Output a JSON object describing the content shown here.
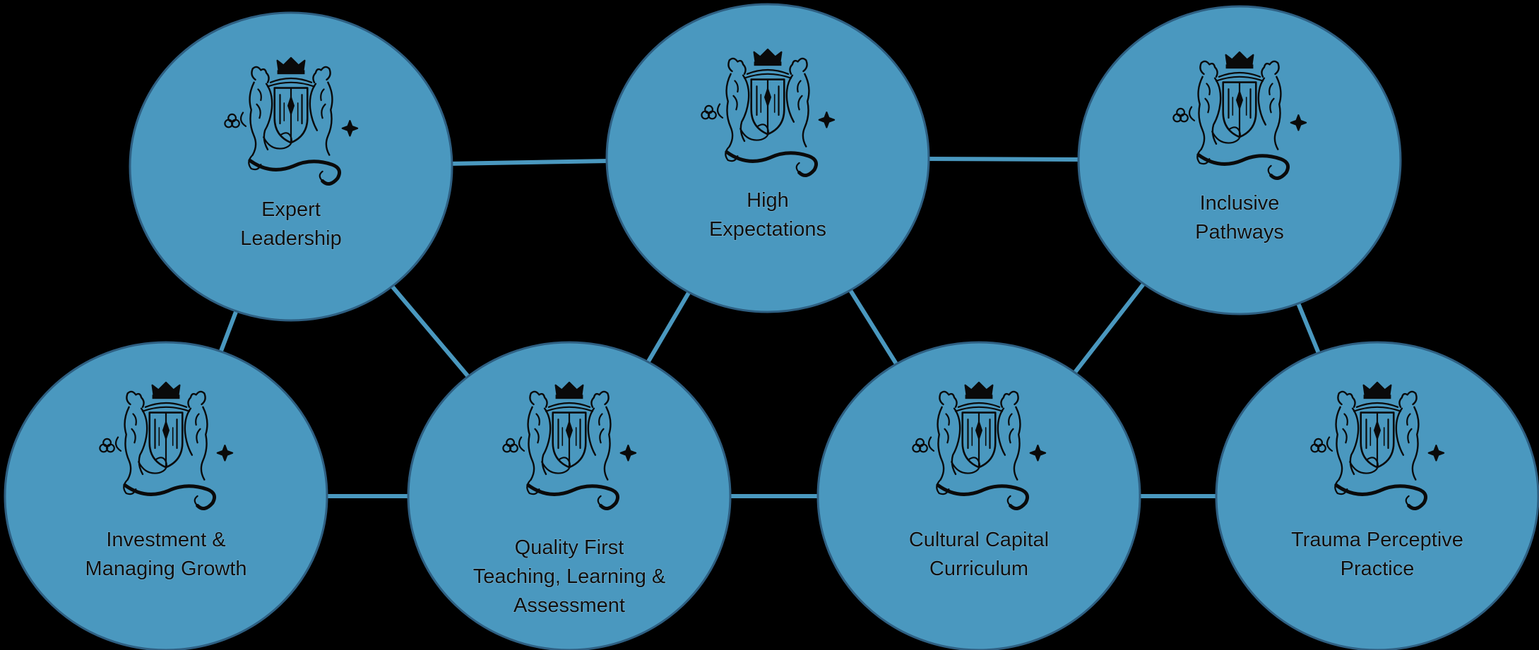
{
  "colors": {
    "background": "#000000",
    "node_fill": "#4a98bf",
    "node_stroke": "#2e5f82",
    "edge": "#4a98bf",
    "text": "#0f0f0f",
    "crest": "#0a0a0a"
  },
  "nodes": [
    {
      "id": "expert-leadership",
      "lines": [
        "Expert",
        "Leadership"
      ],
      "icon": "school-crest-icon"
    },
    {
      "id": "high-expectations",
      "lines": [
        "High",
        "Expectations"
      ],
      "icon": "school-crest-icon"
    },
    {
      "id": "inclusive-pathways",
      "lines": [
        "Inclusive",
        "Pathways"
      ],
      "icon": "school-crest-icon"
    },
    {
      "id": "investment-managing-growth",
      "lines": [
        "Investment &",
        "Managing Growth"
      ],
      "icon": "school-crest-icon"
    },
    {
      "id": "quality-first-teaching",
      "lines": [
        "Quality First",
        "Teaching, Learning &",
        "Assessment"
      ],
      "icon": "school-crest-icon"
    },
    {
      "id": "cultural-capital-curriculum",
      "lines": [
        "Cultural Capital",
        "Curriculum"
      ],
      "icon": "school-crest-icon"
    },
    {
      "id": "trauma-perceptive-practice",
      "lines": [
        "Trauma Perceptive",
        "Practice"
      ],
      "icon": "school-crest-icon"
    }
  ],
  "edges": [
    [
      "expert-leadership",
      "high-expectations"
    ],
    [
      "high-expectations",
      "inclusive-pathways"
    ],
    [
      "expert-leadership",
      "investment-managing-growth"
    ],
    [
      "expert-leadership",
      "quality-first-teaching"
    ],
    [
      "high-expectations",
      "quality-first-teaching"
    ],
    [
      "high-expectations",
      "cultural-capital-curriculum"
    ],
    [
      "inclusive-pathways",
      "cultural-capital-curriculum"
    ],
    [
      "inclusive-pathways",
      "trauma-perceptive-practice"
    ],
    [
      "investment-managing-growth",
      "quality-first-teaching"
    ],
    [
      "quality-first-teaching",
      "cultural-capital-curriculum"
    ],
    [
      "cultural-capital-curriculum",
      "trauma-perceptive-practice"
    ]
  ]
}
